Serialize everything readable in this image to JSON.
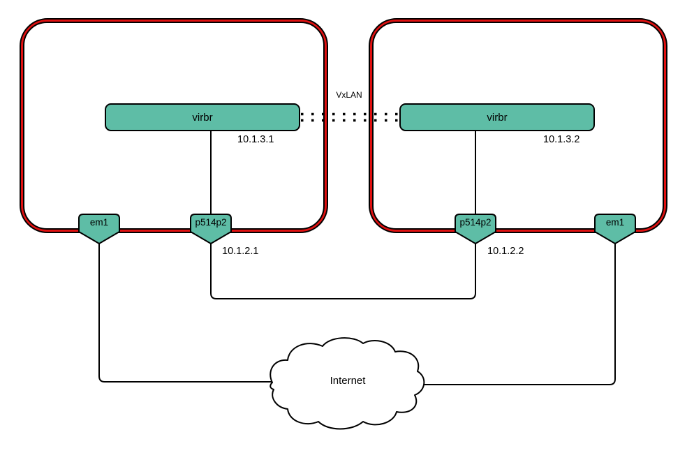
{
  "diagram": {
    "vxlan": {
      "label": "VxLAN"
    },
    "internet": {
      "label": "Internet"
    },
    "hosts": [
      {
        "bridge": {
          "label": "virbr",
          "ip": "10.1.3.1"
        },
        "interfaces": [
          {
            "name": "em1"
          },
          {
            "name": "p514p2",
            "ip": "10.1.2.1"
          }
        ]
      },
      {
        "bridge": {
          "label": "virbr",
          "ip": "10.1.3.2"
        },
        "interfaces": [
          {
            "name": "p514p2",
            "ip": "10.1.2.2"
          },
          {
            "name": "em1"
          }
        ]
      }
    ],
    "colors": {
      "node_fill": "#5ebda6",
      "host_border_red": "#e01111",
      "line": "#000000",
      "background": "#ffffff"
    }
  }
}
